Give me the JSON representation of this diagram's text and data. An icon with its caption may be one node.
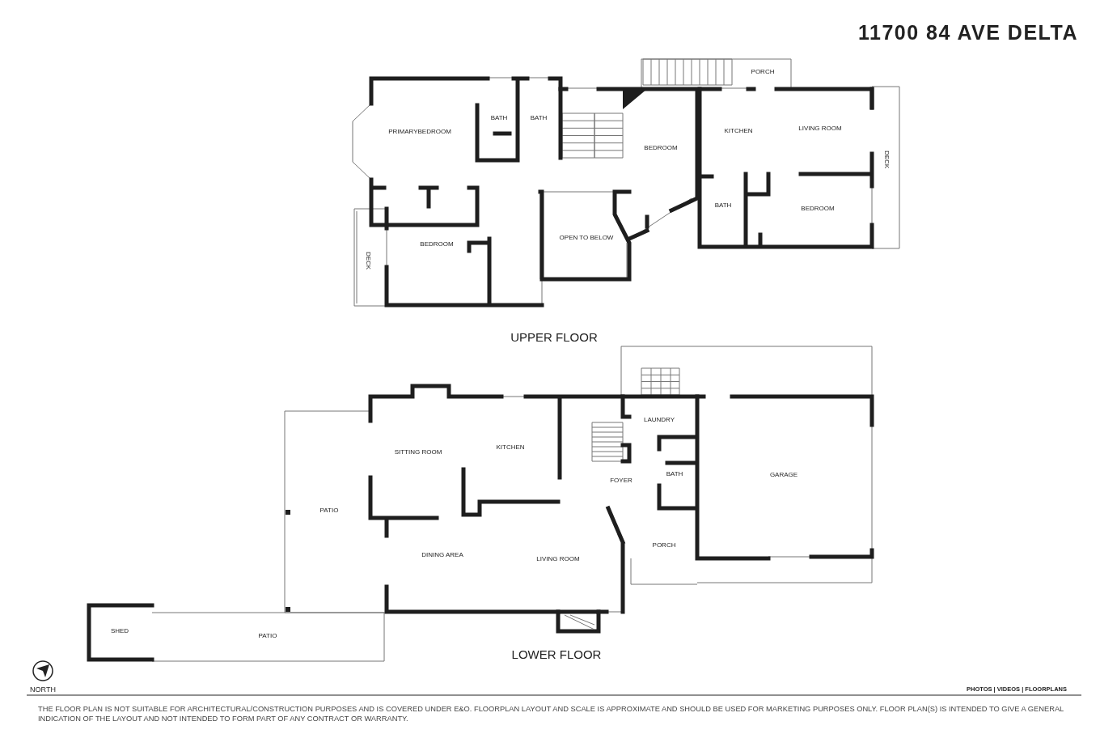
{
  "diagram": {
    "title": "11700 84 AVE DELTA",
    "labels": [
      "PORCH",
      "PRIMARYBEDROOM",
      "BATH",
      "BATH",
      "KITCHEN",
      "LIVING ROOM",
      "BEDROOM",
      "DECK",
      "BATH",
      "BEDROOM",
      "BEDROOM",
      "OPEN TO BELOW",
      "DECK",
      "UPPER FLOOR",
      "LAUNDRY",
      "SITTING ROOM",
      "KITCHEN",
      "GARAGE",
      "FOYER",
      "BATH",
      "PATIO",
      "PORCH",
      "DINING AREA",
      "LIVING ROOM",
      "SHED",
      "PATIO",
      "LOWER FLOOR",
      "NORTH",
      "PHOTOS | VIDEOS | FLOORPLANS",
      "THE FLOOR PLAN IS NOT SUITABLE FOR ARCHITECTURAL/CONSTRUCTION PURPOSES AND IS COVERED UNDER E&O. FLOORPLAN LAYOUT AND SCALE IS APPROXIMATE AND SHOULD BE USED FOR MARKETING PURPOSES ONLY. FLOOR PLAN(S) IS INTENDED TO GIVE A GENERAL INDICATION OF THE LAYOUT AND NOT INTENDED TO FORM PART OF ANY CONTRACT OR WARRANTY."
    ]
  }
}
